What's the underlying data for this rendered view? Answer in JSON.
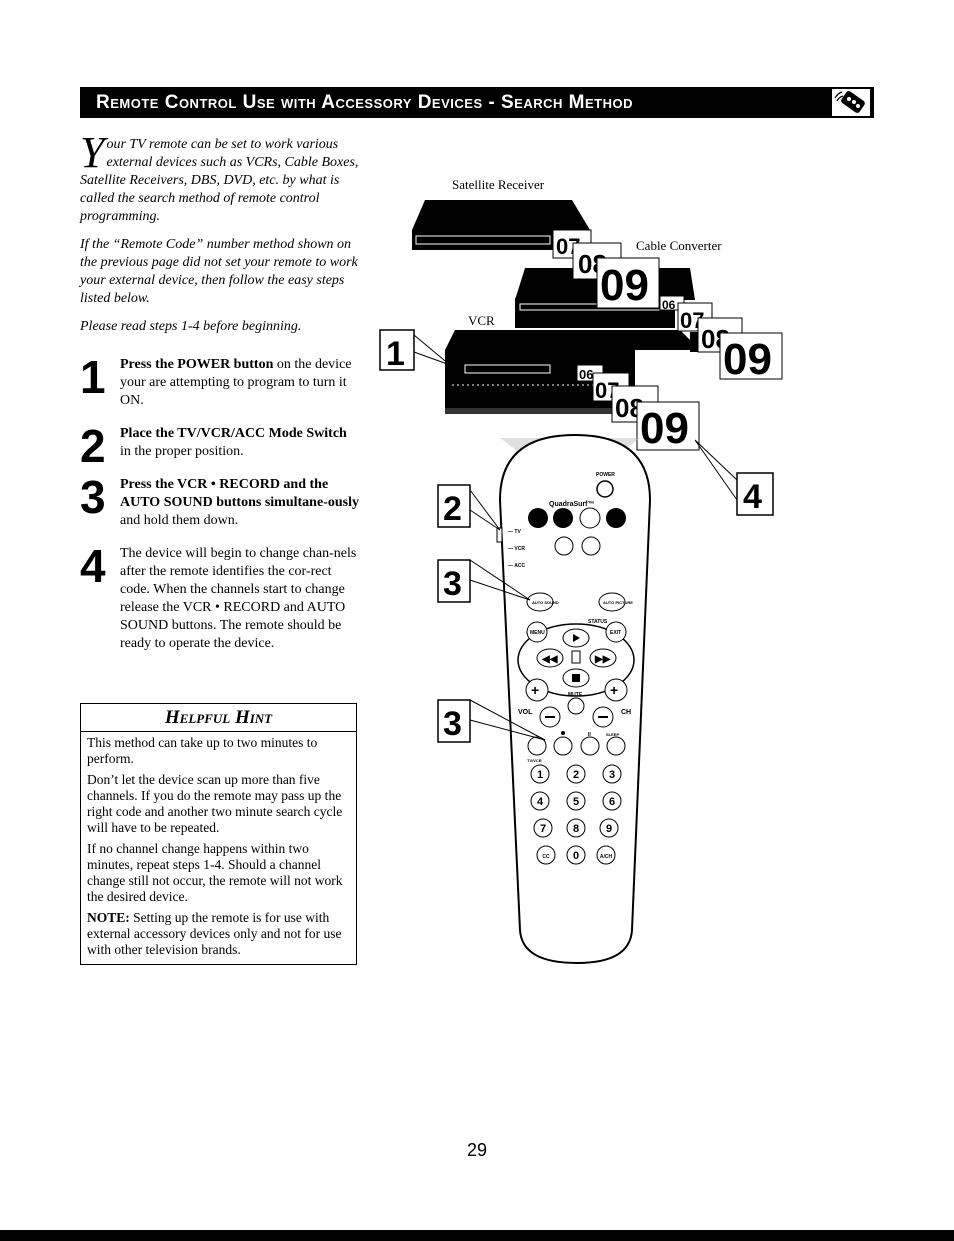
{
  "header": {
    "title": "Remote Control Use with Accessory Devices - Search Method"
  },
  "intro": {
    "dropcap": "Y",
    "p1": "our TV remote can be set to work various external devices such as VCRs, Cable Boxes, Satellite Receivers, DBS, DVD, etc. by what is called the search method of remote control programming.",
    "p2": "If the “Remote Code” number method shown on the previous page did not set your remote to work your external device, then follow the easy steps listed below.",
    "p3": "Please read steps 1-4 before beginning."
  },
  "steps": [
    {
      "num": "1",
      "bold": "Press the POWER button",
      "text": " on the device your are attempting to program to turn it ON."
    },
    {
      "num": "2",
      "bold": "Place the TV/VCR/ACC Mode Switch",
      "text": " in the proper position."
    },
    {
      "num": "3",
      "bold": "Press the VCR • RECORD and the AUTO SOUND buttons simultane-ously",
      "text": " and hold them down."
    },
    {
      "num": "4",
      "bold": "",
      "text": "The device will begin to change chan-nels after the remote identifies the cor-rect code. When the channels start to change release the VCR • RECORD and AUTO SOUND buttons. The remote should be ready to operate the device."
    }
  ],
  "hint": {
    "title": "Helpful Hint",
    "p1": "This method can take up to two minutes to perform.",
    "p2": "Don’t let the device scan up more than five channels. If you do the remote may pass up the right code and another two minute search cycle will have to be repeated.",
    "p3": "If no channel change happens within two minutes, repeat steps 1-4. Should a channel change still not occur, the remote will not work the desired device.",
    "p4_bold": "NOTE:",
    "p4": " Setting up the remote is for use with external accessory devices only and not for use with other television brands."
  },
  "illustration": {
    "labels": {
      "satellite": "Satellite Receiver",
      "cable": "Cable Converter",
      "vcr": "VCR"
    },
    "callouts": [
      "1",
      "2",
      "3",
      "3",
      "4"
    ],
    "channels": {
      "small_a": "06",
      "small_b": "07",
      "small_c": "08",
      "big": "09"
    },
    "remote": {
      "power": "POWER",
      "quadrasurf": "QuadraSurf™",
      "mode_tv": "TV",
      "mode_vcr": "VCR",
      "mode_acc": "ACC",
      "auto_sound": "AUTO SOUND",
      "auto_picture": "AUTO PICTURE",
      "status": "STATUS",
      "menu": "MENU",
      "exit": "EXIT",
      "mute": "MUTE",
      "vol": "VOL",
      "ch": "CH",
      "sleep": "SLEEP",
      "tvvcr": "TV/VCR",
      "digits": [
        "1",
        "2",
        "3",
        "4",
        "5",
        "6",
        "7",
        "8",
        "9",
        "CC",
        "0",
        "A/CH"
      ]
    }
  },
  "page_number": "29"
}
